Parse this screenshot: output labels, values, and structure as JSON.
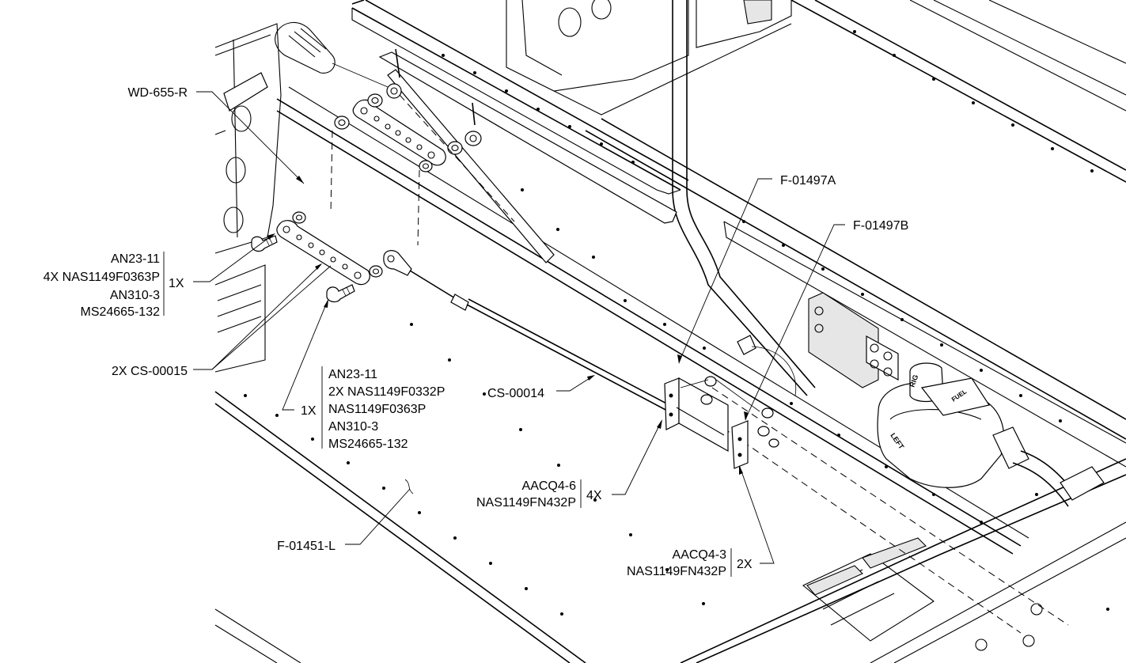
{
  "callouts": {
    "wd655r": "WD-655-R",
    "f01497a": "F-01497A",
    "f01497b": "F-01497B",
    "cs00014": "CS-00014",
    "cs00015": "2X CS-00015",
    "f01451l": "F-01451-L",
    "group1": {
      "lines": [
        "AN23-11",
        "4X NAS1149F0363P",
        "AN310-3",
        "MS24665-132"
      ],
      "qty": "1X"
    },
    "group2": {
      "lines": [
        "AN23-11",
        "2X NAS1149F0332P",
        "NAS1149F0363P",
        "AN310-3",
        "MS24665-132"
      ],
      "qty": "1X"
    },
    "group3": {
      "lines": [
        "AACQ4-6",
        "NAS1149FN432P"
      ],
      "qty": "4X"
    },
    "group4": {
      "lines": [
        "AACQ4-3",
        "NAS1149FN432P"
      ],
      "qty": "2X"
    }
  },
  "valve_labels": {
    "fuel": "FUEL",
    "right": "RIG",
    "left": "LEFT"
  }
}
